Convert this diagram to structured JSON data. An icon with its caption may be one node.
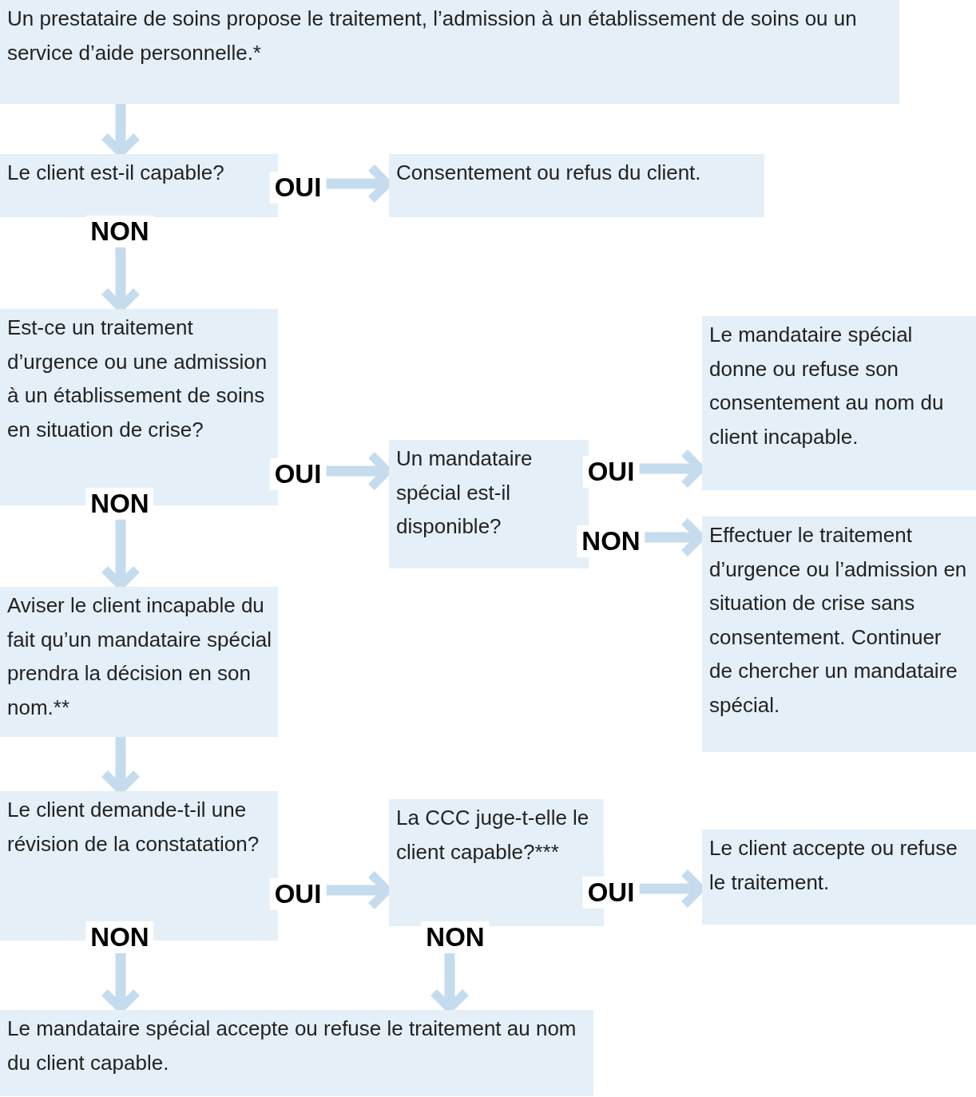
{
  "diagram": {
    "nodes": [
      {
        "text": [
          "Un prestataire de soins propose le traitement, l’admission à un établissement de soins ou un service d’aide personnelle.*"
        ]
      },
      {
        "text": [
          "Le client est-il capable?"
        ]
      },
      {
        "text": [
          "Consentement ou refus du client."
        ]
      },
      {
        "text": [
          "Est-ce un traitement d’urgence ou une admission à un établissement de soins en situation de crise?"
        ]
      },
      {
        "text": [
          "Un mandataire spécial est-il disponible?"
        ]
      },
      {
        "text": [
          "Le mandataire spécial donne ou refuse son consentement au nom du client incapable."
        ]
      },
      {
        "text": [
          "Effectuer le traitement d’urgence ou l’admission en situation de crise sans consentement. Continuer de chercher un mandataire spécial."
        ]
      },
      {
        "text": [
          "Aviser le client incapable du fait qu’un mandataire spécial prendra la décision en son nom.**"
        ]
      },
      {
        "text": [
          "Le client demande-t-il une révision de la constatation?"
        ]
      },
      {
        "text": [
          "La CCC juge-t-elle le client capable?***"
        ]
      },
      {
        "text": [
          "Le client accepte ou refuse le traitement."
        ]
      },
      {
        "text": [
          "Le mandataire spécial accepte ou refuse le traitement au nom du client capable."
        ]
      }
    ],
    "edges": [
      {
        "from": 0,
        "to": 1,
        "arrow": "to"
      },
      {
        "from": 1,
        "to": 2,
        "arrow": "to",
        "label": "OUI"
      },
      {
        "from": 1,
        "to": 3,
        "arrow": "to",
        "label": "NON"
      },
      {
        "from": 3,
        "to": 4,
        "arrow": "to",
        "label": "OUI"
      },
      {
        "from": 4,
        "to": 5,
        "arrow": "to",
        "label": "OUI"
      },
      {
        "from": 4,
        "to": 6,
        "arrow": "to",
        "label": "NON"
      },
      {
        "from": 3,
        "to": 7,
        "arrow": "to",
        "label": "NON"
      },
      {
        "from": 7,
        "to": 8,
        "arrow": "to"
      },
      {
        "from": 8,
        "to": 9,
        "arrow": "to",
        "label": "OUI"
      },
      {
        "from": 9,
        "to": 10,
        "arrow": "to",
        "label": "OUI"
      },
      {
        "from": 8,
        "to": 11,
        "arrow": "to",
        "label": "NON"
      },
      {
        "from": 9,
        "to": 11,
        "arrow": "to",
        "label": "NON"
      }
    ]
  }
}
